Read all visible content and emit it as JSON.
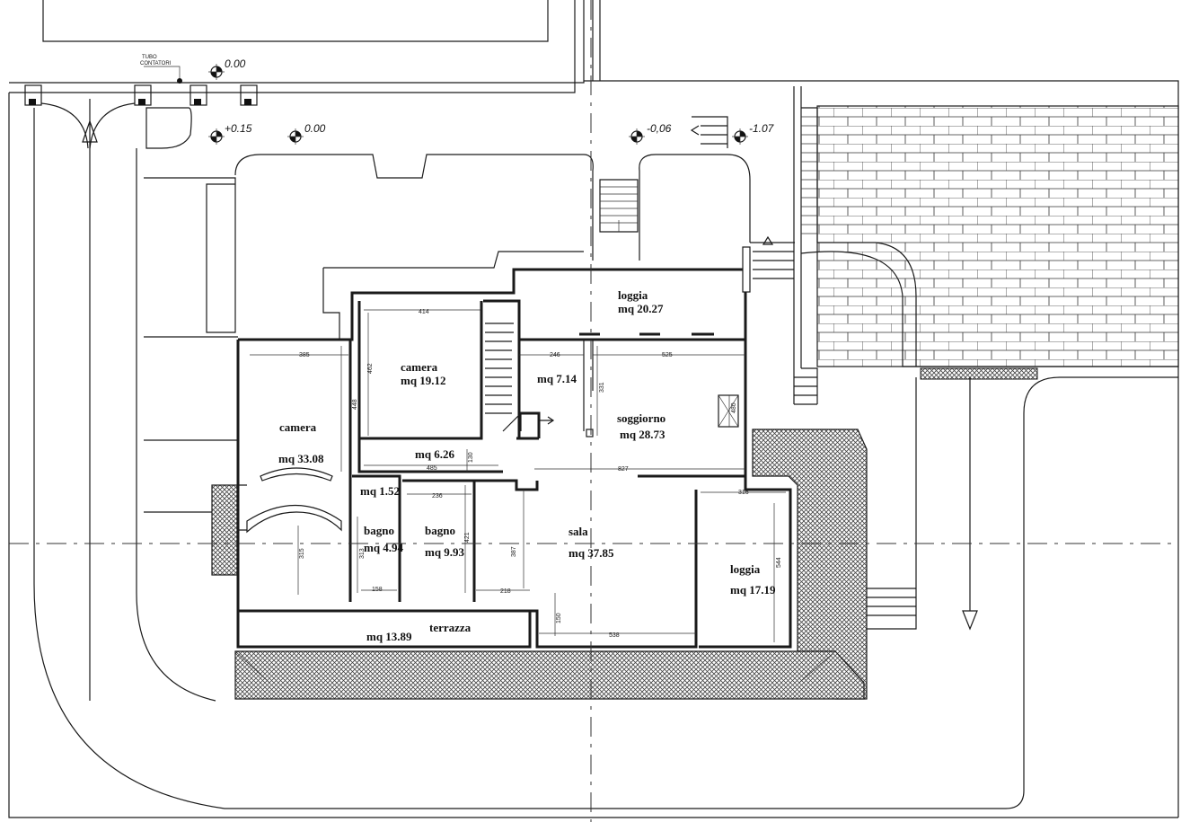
{
  "annotations": {
    "meter_pipe_line1": "TUBO",
    "meter_pipe_line2": "CONTATORI"
  },
  "levels": [
    "0.00",
    "+0.15",
    "0.00",
    "-0,06",
    "-1.07"
  ],
  "rooms": [
    {
      "name": "loggia",
      "area": "mq 20.27"
    },
    {
      "name": "camera",
      "area": "mq 19.12"
    },
    {
      "name": "",
      "area": "mq 7.14"
    },
    {
      "name": "soggiorno",
      "area": "mq 28.73"
    },
    {
      "name": "camera",
      "area": "mq 33.08"
    },
    {
      "name": "",
      "area": "mq 6.26"
    },
    {
      "name": "",
      "area": "mq 1.52"
    },
    {
      "name": "bagno",
      "area": "mq 4.94"
    },
    {
      "name": "bagno",
      "area": "mq 9.93"
    },
    {
      "name": "sala",
      "area": "mq 37.85"
    },
    {
      "name": "loggia",
      "area": "mq 17.19"
    },
    {
      "name": "terrazza",
      "area": "mq 13.89"
    }
  ],
  "dimensions": [
    "414",
    "462",
    "385",
    "448",
    "246",
    "525",
    "331",
    "480",
    "485",
    "130",
    "827",
    "236",
    "316",
    "313",
    "421",
    "387",
    "315",
    "158",
    "218",
    "544",
    "150",
    "538"
  ]
}
